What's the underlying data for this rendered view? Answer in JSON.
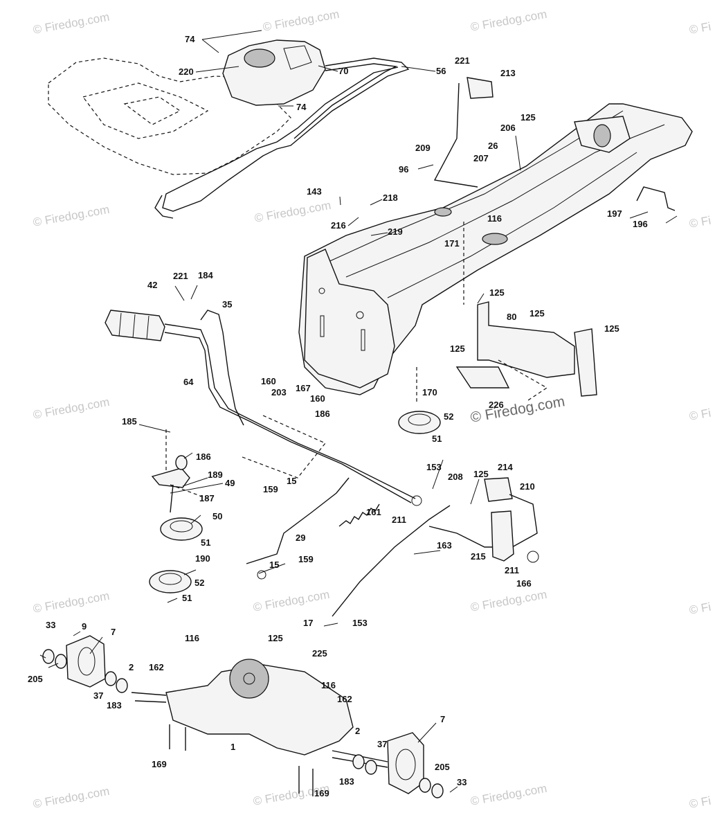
{
  "watermark": {
    "text": "© Firedog.com",
    "frag_left": "© Fi",
    "frag_right": "© Fi",
    "frag_top_mid": "© Firedog.com",
    "frag_top_right": "© Firedog.com"
  },
  "callouts": [
    "74",
    "74",
    "220",
    "70",
    "56",
    "221",
    "213",
    "125",
    "206",
    "209",
    "26",
    "207",
    "96",
    "143",
    "218",
    "216",
    "219",
    "116",
    "171",
    "197",
    "196",
    "221",
    "184",
    "42",
    "35",
    "125",
    "80",
    "125",
    "125",
    "125",
    "64",
    "160",
    "203",
    "167",
    "160",
    "186",
    "185",
    "186",
    "189",
    "49",
    "187",
    "50",
    "51",
    "190",
    "52",
    "51",
    "15",
    "159",
    "170",
    "52",
    "51",
    "226",
    "153",
    "208",
    "125",
    "214",
    "210",
    "211",
    "161",
    "29",
    "15",
    "159",
    "163",
    "215",
    "211",
    "166",
    "33",
    "9",
    "7",
    "205",
    "37",
    "183",
    "2",
    "116",
    "162",
    "125",
    "225",
    "116",
    "162",
    "17",
    "153",
    "2",
    "37",
    "1",
    "169",
    "169",
    "183",
    "7",
    "205",
    "33"
  ]
}
